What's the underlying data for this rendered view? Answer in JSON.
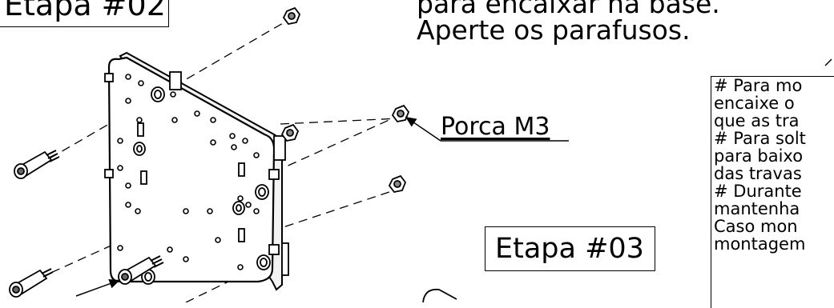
{
  "stage_labels": {
    "step2": "Etapa #02",
    "step3": "Etapa #03"
  },
  "instructions": [
    "para encaixar na base.",
    "Aperte os parafusos."
  ],
  "callouts": {
    "nut": "Porca M3"
  },
  "notes_lines": [
    "# Para mo",
    "encaixe o",
    " que as tra",
    "# Para solt",
    "para baixo",
    "das travas",
    "# Durante",
    "mantenha",
    "Caso mon",
    "montagem"
  ],
  "colors": {
    "line": "#000000",
    "background": "#ffffff"
  }
}
